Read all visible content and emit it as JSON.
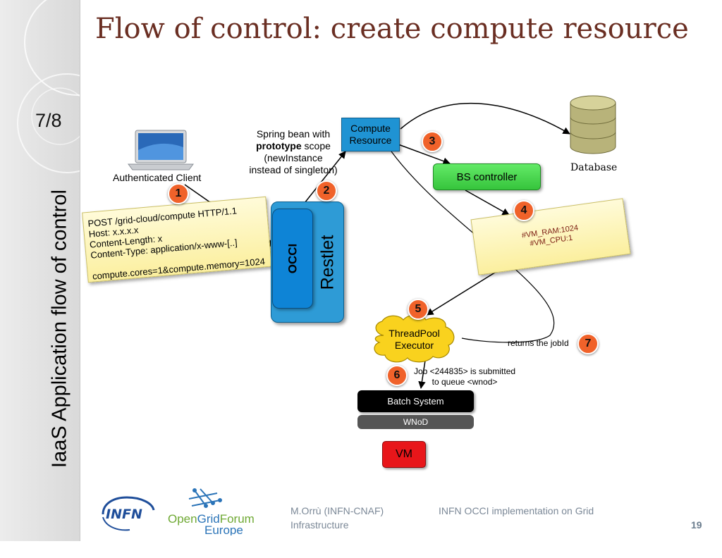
{
  "slide": {
    "title": "Flow of control: create compute resource",
    "page_counter": "7/8",
    "vertical_title": "IaaS Application flow of control",
    "page_number": "19"
  },
  "diagram": {
    "client_label": "Authenticated Client",
    "spring_note": {
      "line1": "Spring bean with",
      "bold": "prototype",
      "line2_rest": " scope",
      "line3": "(newInstance",
      "line4": "instead of singleton)"
    },
    "compute_resource": {
      "line1": "Compute",
      "line2": "Resource"
    },
    "database_label": "Database",
    "bs_controller": "BS controller",
    "request_note": {
      "lines": [
        "POST /grid-cloud/compute HTTP/1.1",
        "Host: x.x.x.x",
        "Content-Length: x",
        "Content-Type: application/x-www-[..]",
        "",
        "compute.cores=1&compute.memory=1024"
      ]
    },
    "occi_label": "OCCI",
    "restlet_label": "Restlet",
    "vm_note": {
      "line1": "#VM_RAM:1024",
      "line2": "#VM_CPU:1"
    },
    "threadpool": {
      "line1": "ThreadPool",
      "line2": "Executor"
    },
    "returns_label": "returns the jobId",
    "job_label": {
      "line1": "Job <244835> is submitted",
      "line2": "to queue <wnod>"
    },
    "batch_system": "Batch System",
    "wnod": "WNoD",
    "vm": "VM",
    "steps": [
      "1",
      "2",
      "3",
      "4",
      "5",
      "6",
      "7"
    ]
  },
  "footer": {
    "author": "M.Orrù (INFN-CNAF)",
    "description_line1": "INFN OCCI implementation on Grid",
    "description_line2": "Infrastructure",
    "logo_infn": "INFN",
    "logo_ogf_line1a": "Open",
    "logo_ogf_line1b": "Grid",
    "logo_ogf_line1c": "Forum",
    "logo_ogf_line2": "Europe"
  },
  "colors": {
    "title": "#6a2e22",
    "compute_blue": "#1f93d3",
    "bs_green": "#44d64a",
    "step_orange": "#f0622a",
    "cloud_yellow": "#f9d21e",
    "vm_red": "#e8161a"
  }
}
